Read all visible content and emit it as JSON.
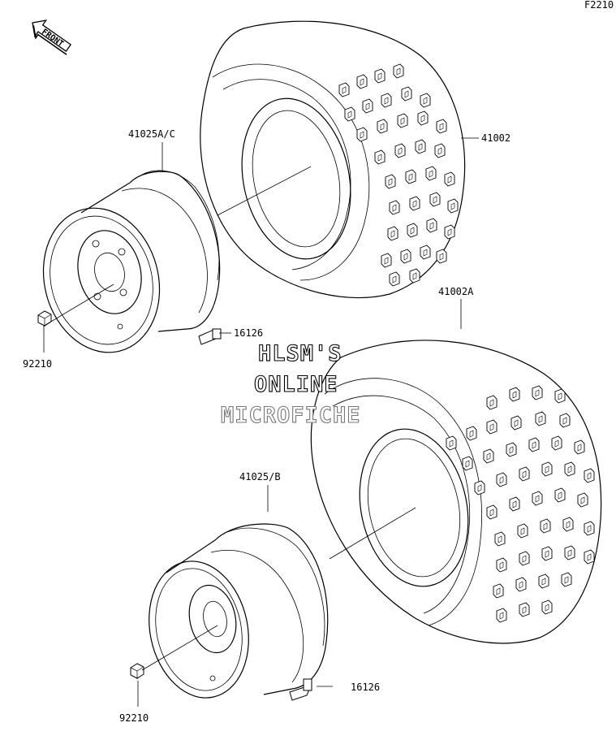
{
  "figure_code": "F2210",
  "front_arrow": {
    "label": "FRONT",
    "icon": "arrow-icon"
  },
  "parts": {
    "rear_tire": "41002",
    "front_tire": "41002A",
    "rear_wheel": "41025A/C",
    "front_wheel": "41025/B",
    "valve_upper": "16126",
    "valve_lower": "16126",
    "nut_upper": "92210",
    "nut_lower": "92210"
  },
  "watermark": {
    "line1": "HLSM'S",
    "line2": "ONLINE",
    "line3": "MICROFICHE"
  }
}
